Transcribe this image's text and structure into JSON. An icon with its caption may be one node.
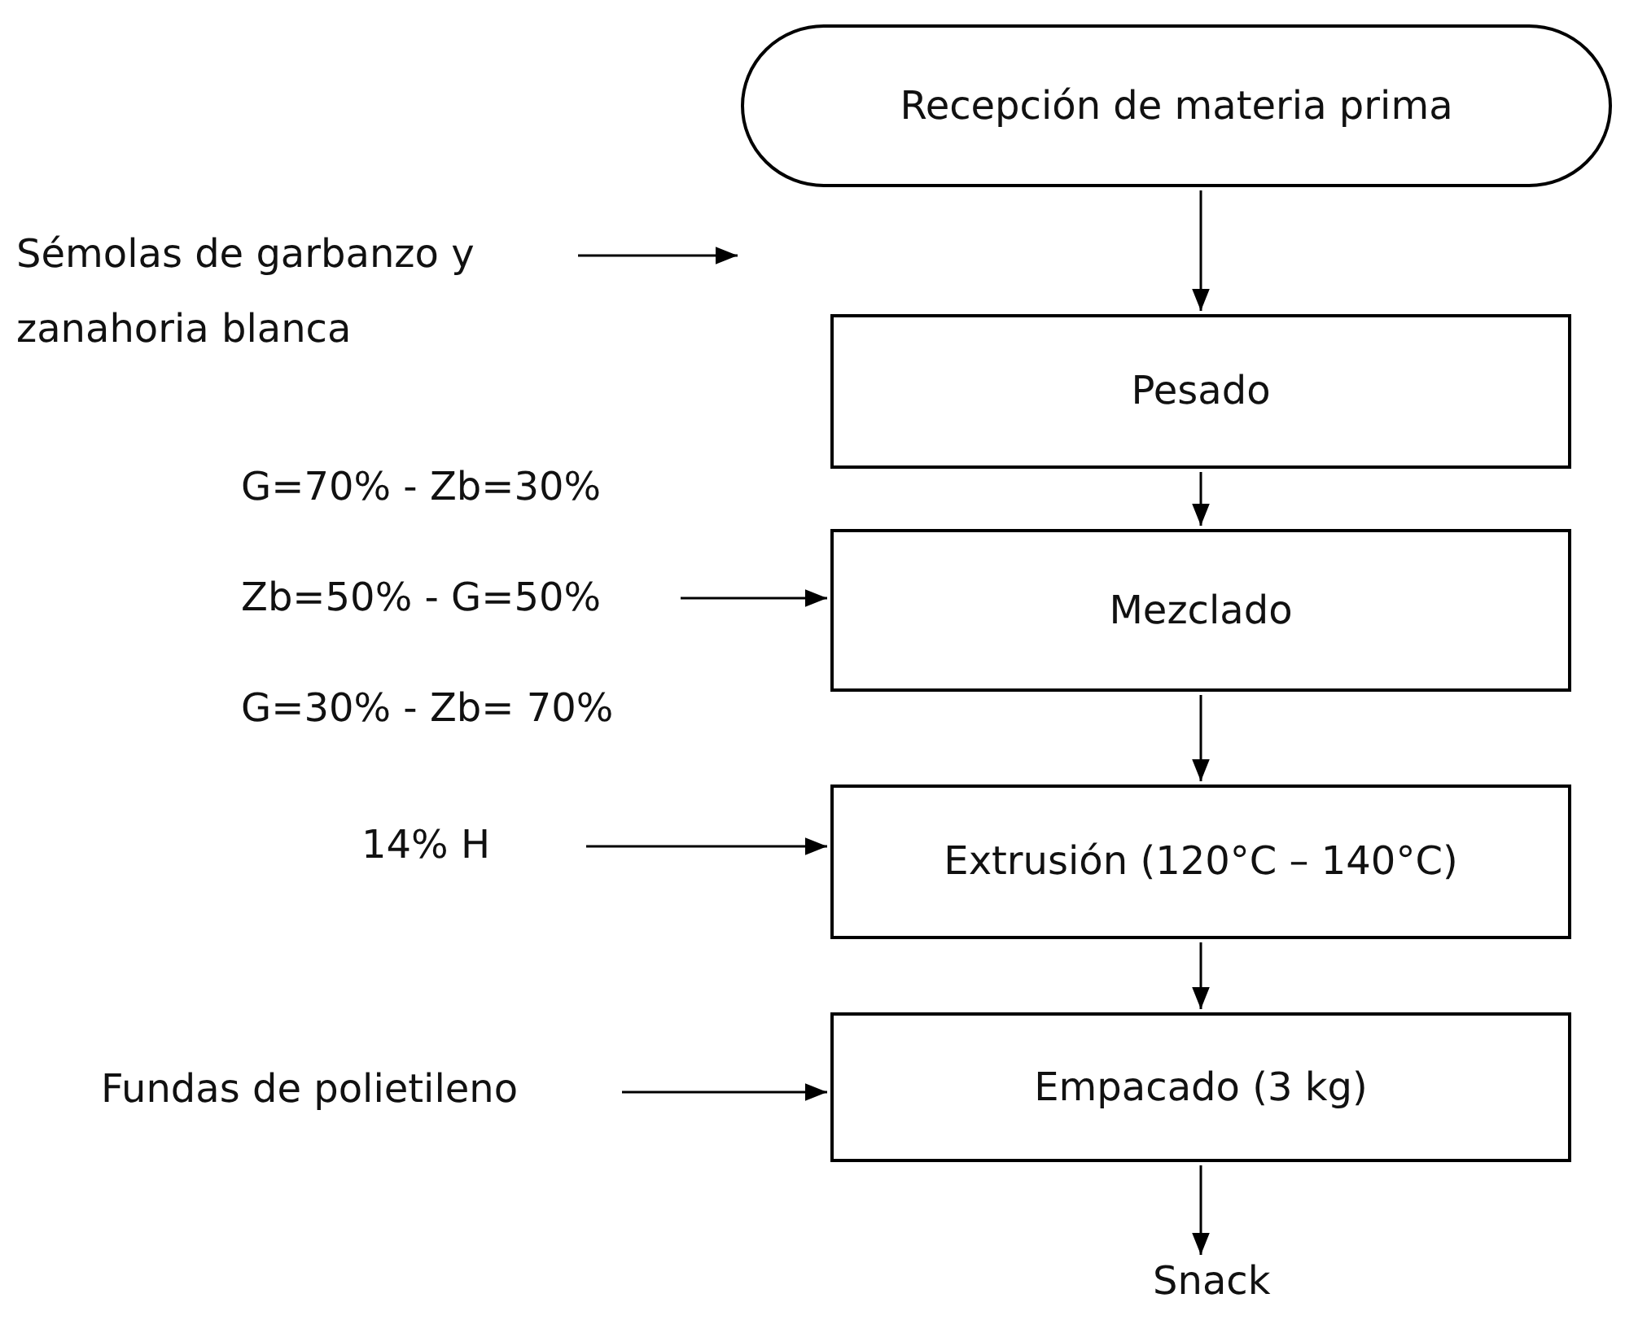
{
  "diagram": {
    "nodes": [
      {
        "text": [
          "Sémolas de garbanzo y zanahoria blanca"
        ]
      },
      {
        "text": [
          "Recepción de materia prima"
        ]
      },
      {
        "text": [
          "Pesado"
        ]
      },
      {
        "text": [
          "G=70% - Zb=30%",
          "Zb=50% - G=50%",
          "G=30% - Zb= 70%"
        ]
      },
      {
        "text": [
          "Mezclado"
        ]
      },
      {
        "text": [
          "Extrusión (120°C – 140°C)"
        ]
      },
      {
        "text": [
          "14% H"
        ]
      },
      {
        "text": [
          "Empacado (3 kg)"
        ]
      },
      {
        "text": [
          "Fundas de polietileno"
        ]
      },
      {
        "text": [
          "Snack"
        ]
      }
    ],
    "edges": [
      {
        "from": 0,
        "to": 1,
        "arrow": "to"
      },
      {
        "from": 1,
        "to": 2,
        "arrow": "to"
      },
      {
        "from": 2,
        "to": 4,
        "arrow": "to"
      },
      {
        "from": 3,
        "to": 4,
        "arrow": "to"
      },
      {
        "from": 4,
        "to": 5,
        "arrow": "to"
      },
      {
        "from": 6,
        "to": 5,
        "arrow": "to"
      },
      {
        "from": 5,
        "to": 7,
        "arrow": "to"
      },
      {
        "from": 8,
        "to": 7,
        "arrow": "to"
      },
      {
        "from": 7,
        "to": 9,
        "arrow": "to"
      }
    ]
  }
}
